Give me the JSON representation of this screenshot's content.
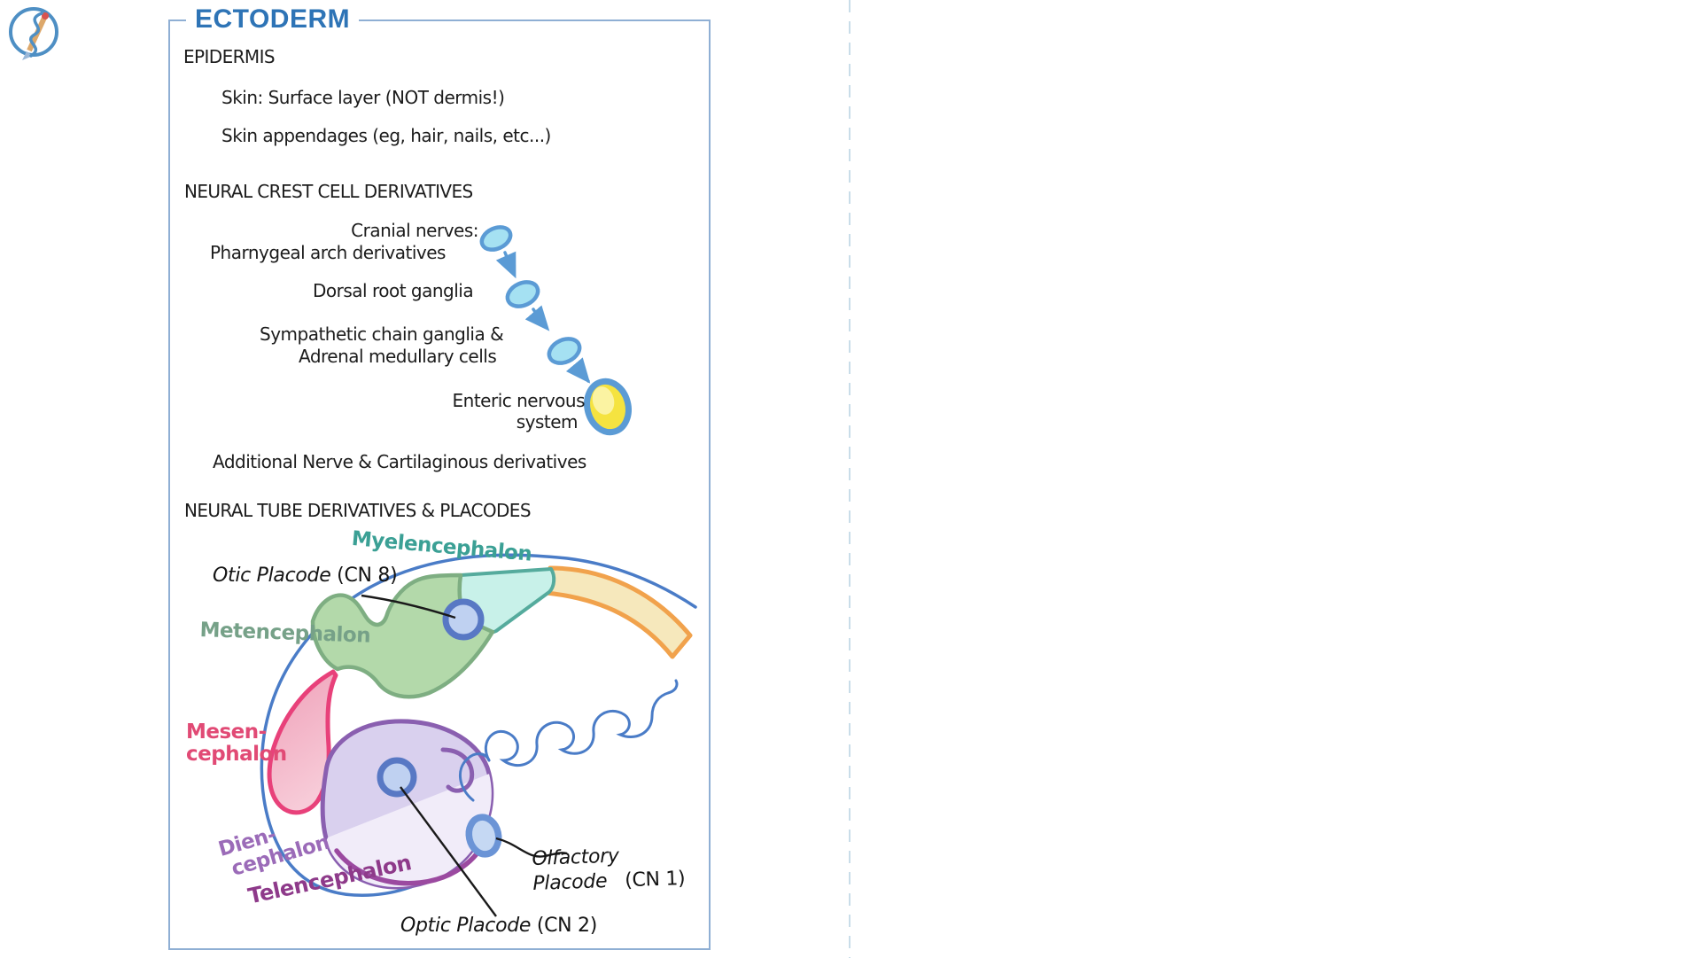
{
  "logo": {
    "icon": "rod-of-asclepius-pencil-logo"
  },
  "panel": {
    "title": "ECTODERM",
    "epidermis": {
      "heading": "EPIDERMIS",
      "line1": "Skin: Surface layer (NOT dermis!)",
      "line2": "Skin appendages (eg, hair, nails, etc...)"
    },
    "neural_crest": {
      "heading": "NEURAL CREST CELL DERIVATIVES",
      "cranial_line1": "Cranial nerves:",
      "cranial_line2": "Pharnygeal arch derivatives",
      "dorsal": "Dorsal root ganglia",
      "sympathetic_line1": "Sympathetic chain ganglia &",
      "sympathetic_line2": "Adrenal medullary cells",
      "enteric_line1": "Enteric nervous",
      "enteric_line2": "system",
      "additional": "Additional Nerve & Cartilaginous derivatives"
    },
    "neural_tube": {
      "heading": "NEURAL TUBE DERIVATIVES & PLACODES",
      "myelencephalon": "Myelencephalon",
      "metencephalon": "Metencephalon",
      "mesencephalon_line1": "Mesen-",
      "mesencephalon_line2": "cephalon",
      "diencephalon_line1": "Dien-",
      "diencephalon_line2": "cephalon",
      "telencephalon": "Telencephalon",
      "otic_label": "Otic Placode",
      "otic_cn": "(CN 8)",
      "olfactory_line1": "Olfactory",
      "olfactory_line2": "Placode",
      "olfactory_cn": "(CN 1)",
      "optic_label": "Optic Placode",
      "optic_cn": "(CN 2)"
    }
  },
  "colors": {
    "title_blue": "#2E74B6",
    "panel_border": "#8FAFD4",
    "text_black": "#1C1C1C",
    "divider_dash": "#C9DDE9",
    "logo_blue": "#4E8FC4",
    "cell_fill": "#A5E1F2",
    "cell_stroke": "#5B9BD5",
    "arrow_blue": "#5B9BD5",
    "enteric_fill": "#F5E340",
    "enteric_highlight": "#FBF3A2",
    "outline_blue": "#4A7CC7",
    "myelencephalon_fill": "#C8F1E9",
    "myelencephalon_stroke": "#55AB9D",
    "myelencephalon_text": "#3BA095",
    "metencephalon_fill": "#B3D9AA",
    "metencephalon_stroke": "#7EAE82",
    "metencephalon_text": "#76A188",
    "neural_tube_band_fill": "#F6E8BC",
    "neural_tube_band_stroke": "#F1A24C",
    "mesencephalon_stroke": "#E8417A",
    "mesencephalon_text": "#E14A75",
    "diencephalon_fill": "#D9D0EE",
    "diencephalon_stroke": "#8A5FB0",
    "diencephalon_text": "#9B6BB8",
    "telencephalon_fill": "#F1ECF9",
    "telencephalon_stroke": "#9B4AA0",
    "telencephalon_text": "#8E3A8A",
    "placode_ring": "#5878C4",
    "placode_fill": "#BFD1F1",
    "olfactory_ring": "#6B94D6",
    "olfactory_fill": "#C5D8F3",
    "pointer_black": "#1A1A1A"
  }
}
